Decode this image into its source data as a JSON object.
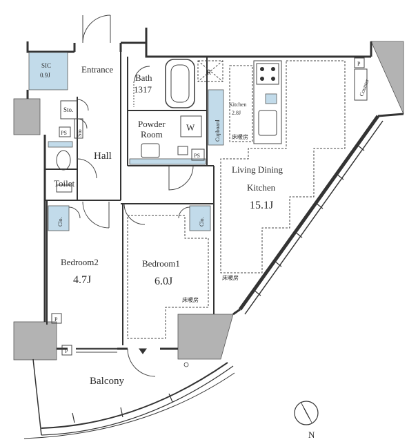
{
  "rooms": {
    "sic": {
      "name": "SIC",
      "size": "0.9J"
    },
    "entrance": {
      "name": "Entrance"
    },
    "bath": {
      "name": "Bath",
      "size": "1317"
    },
    "powder": {
      "line1": "Powder",
      "line2": "Room"
    },
    "hall": {
      "name": "Hall"
    },
    "toilet": {
      "name": "Toilet"
    },
    "bedroom2": {
      "name": "Bedroom2",
      "size": "4.7J"
    },
    "bedroom1": {
      "name": "Bedroom1",
      "size": "6.0J"
    },
    "ldk": {
      "line1": "Living Dining",
      "line2": "Kitchen",
      "size": "15.1J"
    },
    "kitchen": {
      "name": "Kitchen",
      "size": "2.8J"
    },
    "balcony": {
      "name": "Balcony"
    }
  },
  "fixtures": {
    "sto_upper": "Sto.",
    "sto_side": "Sto",
    "ps_hall": "PS",
    "ps_powder": "PS",
    "washer": "W",
    "refrigerator": "R",
    "cupboard": "Cupboard",
    "counter": "Counter",
    "clo_bedroom2": "Clo.",
    "clo_bedroom1": "Clo.",
    "pipe_top": "P",
    "pipe_bed2": "P",
    "pipe_balcony": "P",
    "floor_heat_kitchen": "床暖房",
    "floor_heat_ldk": "床暖房",
    "floor_heat_bed1": "床暖房"
  },
  "compass": {
    "label": "N"
  },
  "colors": {
    "wall": "#b3b3b3",
    "storage": "#c2dbea",
    "line": "#333333"
  }
}
